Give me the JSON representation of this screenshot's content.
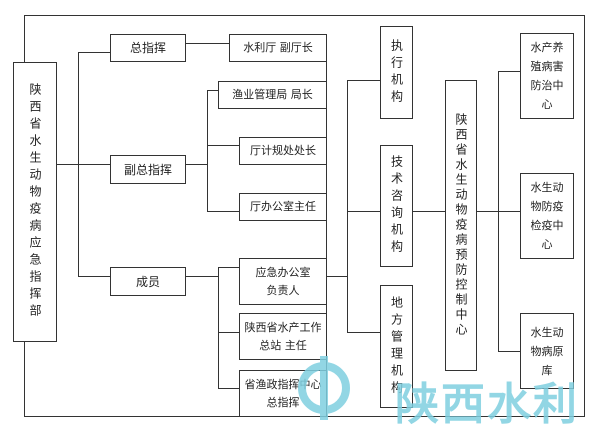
{
  "root": "陕西省水生动物疫病应急指挥部",
  "level1": [
    "总指挥",
    "副总指挥",
    "成员"
  ],
  "chief": [
    "水利厅 副厅长"
  ],
  "deputy": [
    "渔业管理局 局长",
    "厅计规处处长",
    "厅办公室主任"
  ],
  "members": [
    "应急办公室负责人",
    "陕西省水产工作总站 主任",
    "省渔政指挥中心 总指挥"
  ],
  "agencies": [
    "执行机构",
    "技术咨询机构",
    "地方管理机构"
  ],
  "center": "陕西省水生动物疫病预防控制中心",
  "subcenters": [
    "水产养殖病害防治中心",
    "水生动物防疫检疫中心",
    "水生动物病原库"
  ],
  "watermark": "陕西水利"
}
